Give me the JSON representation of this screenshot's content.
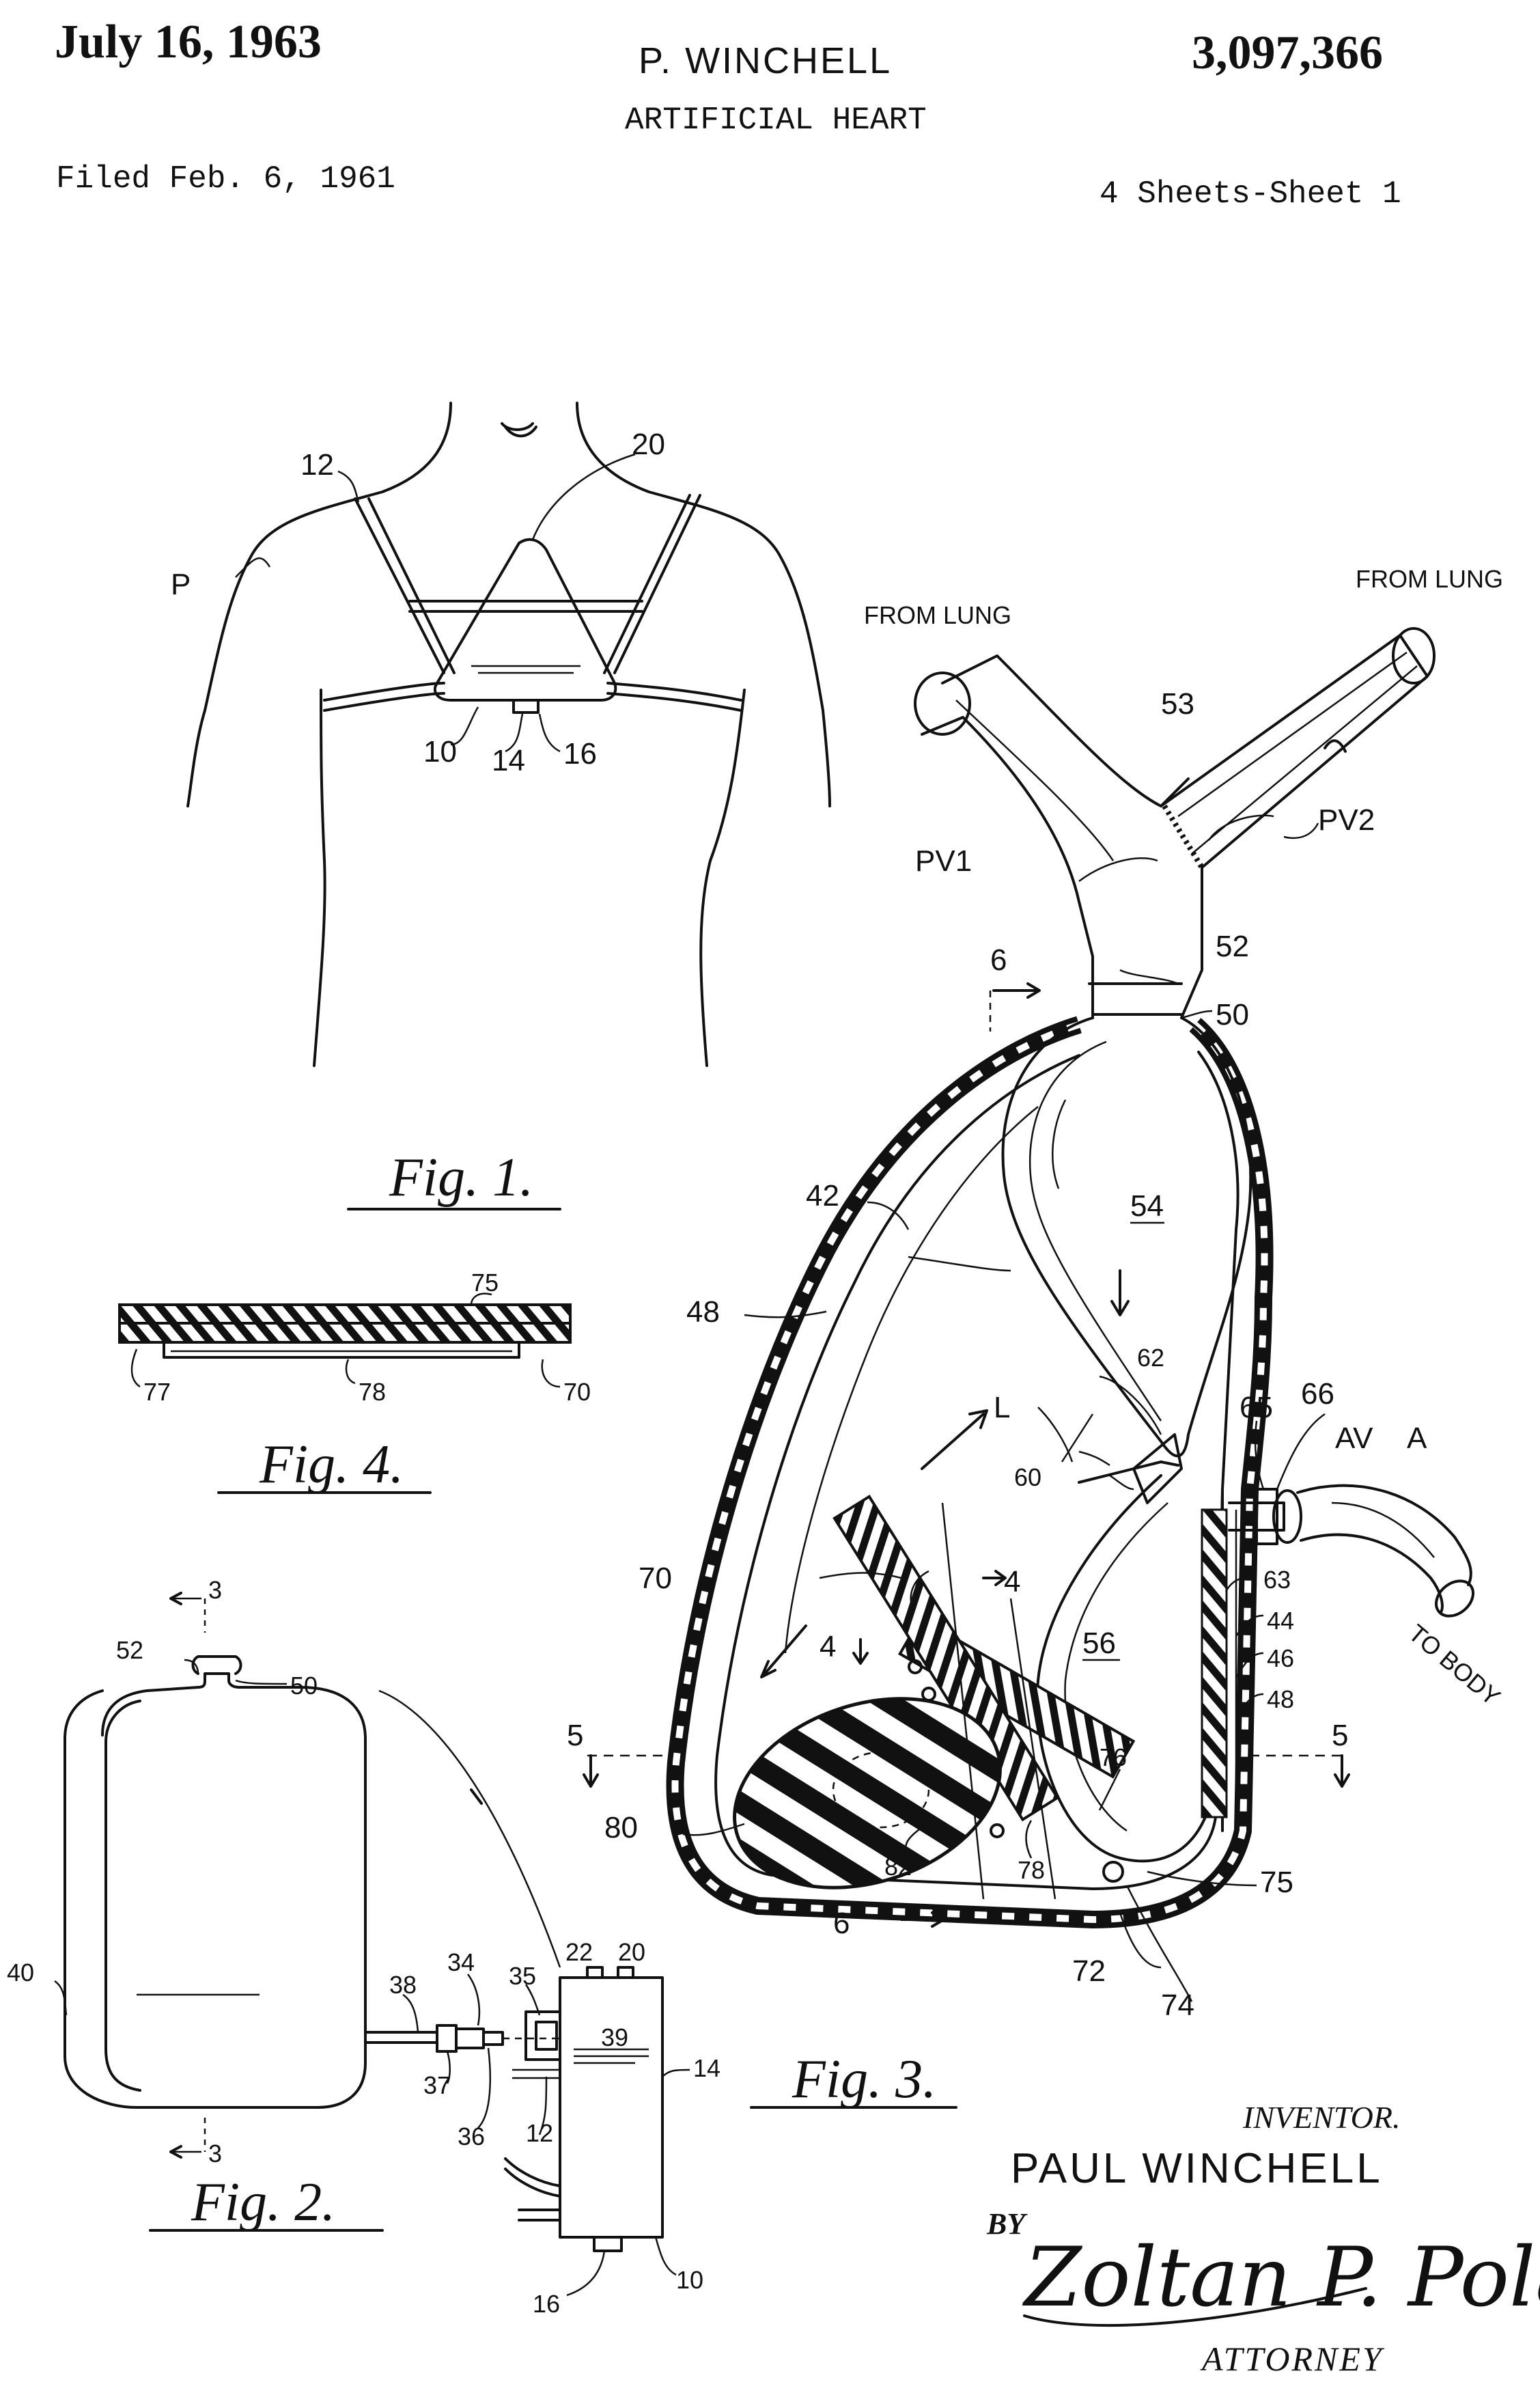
{
  "header": {
    "date": "July 16, 1963",
    "inventor": "P. WINCHELL",
    "patent_number": "3,097,366",
    "title": "ARTIFICIAL HEART",
    "filed": "Filed Feb. 6, 1961",
    "sheets": "4 Sheets-Sheet 1"
  },
  "figures": {
    "fig1": {
      "caption": "Fig. 1.",
      "labels": [
        "12",
        "20",
        "P",
        "10",
        "14",
        "16"
      ]
    },
    "fig2": {
      "caption": "Fig. 2.",
      "labels": [
        "3",
        "52",
        "50",
        "40",
        "38",
        "34",
        "35",
        "22",
        "20",
        "39",
        "37",
        "36",
        "12",
        "14",
        "3",
        "10",
        "16"
      ]
    },
    "fig3": {
      "caption": "Fig. 3.",
      "labels": [
        "FROM LUNG",
        "FROM LUNG",
        "53",
        "PV1",
        "PV2",
        "6",
        "52",
        "50",
        "42",
        "54",
        "48",
        "62",
        "66",
        "65",
        "AV",
        "A",
        "L",
        "60",
        "TO BODY",
        "70",
        "4",
        "4",
        "63",
        "44",
        "56",
        "46",
        "48",
        "5",
        "5",
        "76",
        "80",
        "78",
        "75",
        "82",
        "6",
        "72",
        "74"
      ]
    },
    "fig4": {
      "caption": "Fig. 4.",
      "labels": [
        "75",
        "77",
        "78",
        "70"
      ]
    }
  },
  "signature": {
    "inventor_caption": "INVENTOR.",
    "inventor_name": "PAUL WINCHELL",
    "by": "BY",
    "signature_text": "Zoltan P. Polachek",
    "attorney": "ATTORNEY"
  }
}
